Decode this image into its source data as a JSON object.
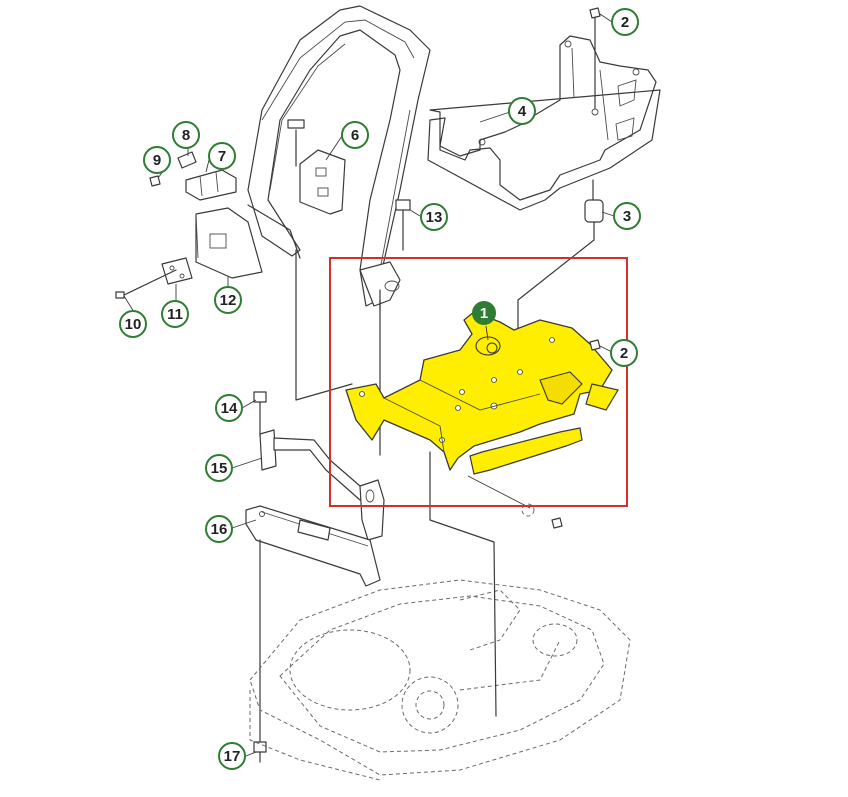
{
  "colors": {
    "callout_green": "#2e7d32",
    "highlight_yellow": "#ffee00",
    "selection_red": "#d32f2f",
    "line_gray": "#3a3a3a"
  },
  "callouts": [
    {
      "id": "c1",
      "label": "1",
      "highlighted": true
    },
    {
      "id": "c2a",
      "label": "2"
    },
    {
      "id": "c2b",
      "label": "2"
    },
    {
      "id": "c3",
      "label": "3"
    },
    {
      "id": "c4",
      "label": "4"
    },
    {
      "id": "c6",
      "label": "6"
    },
    {
      "id": "c7",
      "label": "7"
    },
    {
      "id": "c8",
      "label": "8"
    },
    {
      "id": "c9",
      "label": "9"
    },
    {
      "id": "c10",
      "label": "10"
    },
    {
      "id": "c11",
      "label": "11"
    },
    {
      "id": "c12",
      "label": "12"
    },
    {
      "id": "c13",
      "label": "13"
    },
    {
      "id": "c14",
      "label": "14"
    },
    {
      "id": "c15",
      "label": "15"
    },
    {
      "id": "c16",
      "label": "16"
    },
    {
      "id": "c17",
      "label": "17"
    }
  ],
  "selection": {
    "highlighted_part": "1"
  }
}
